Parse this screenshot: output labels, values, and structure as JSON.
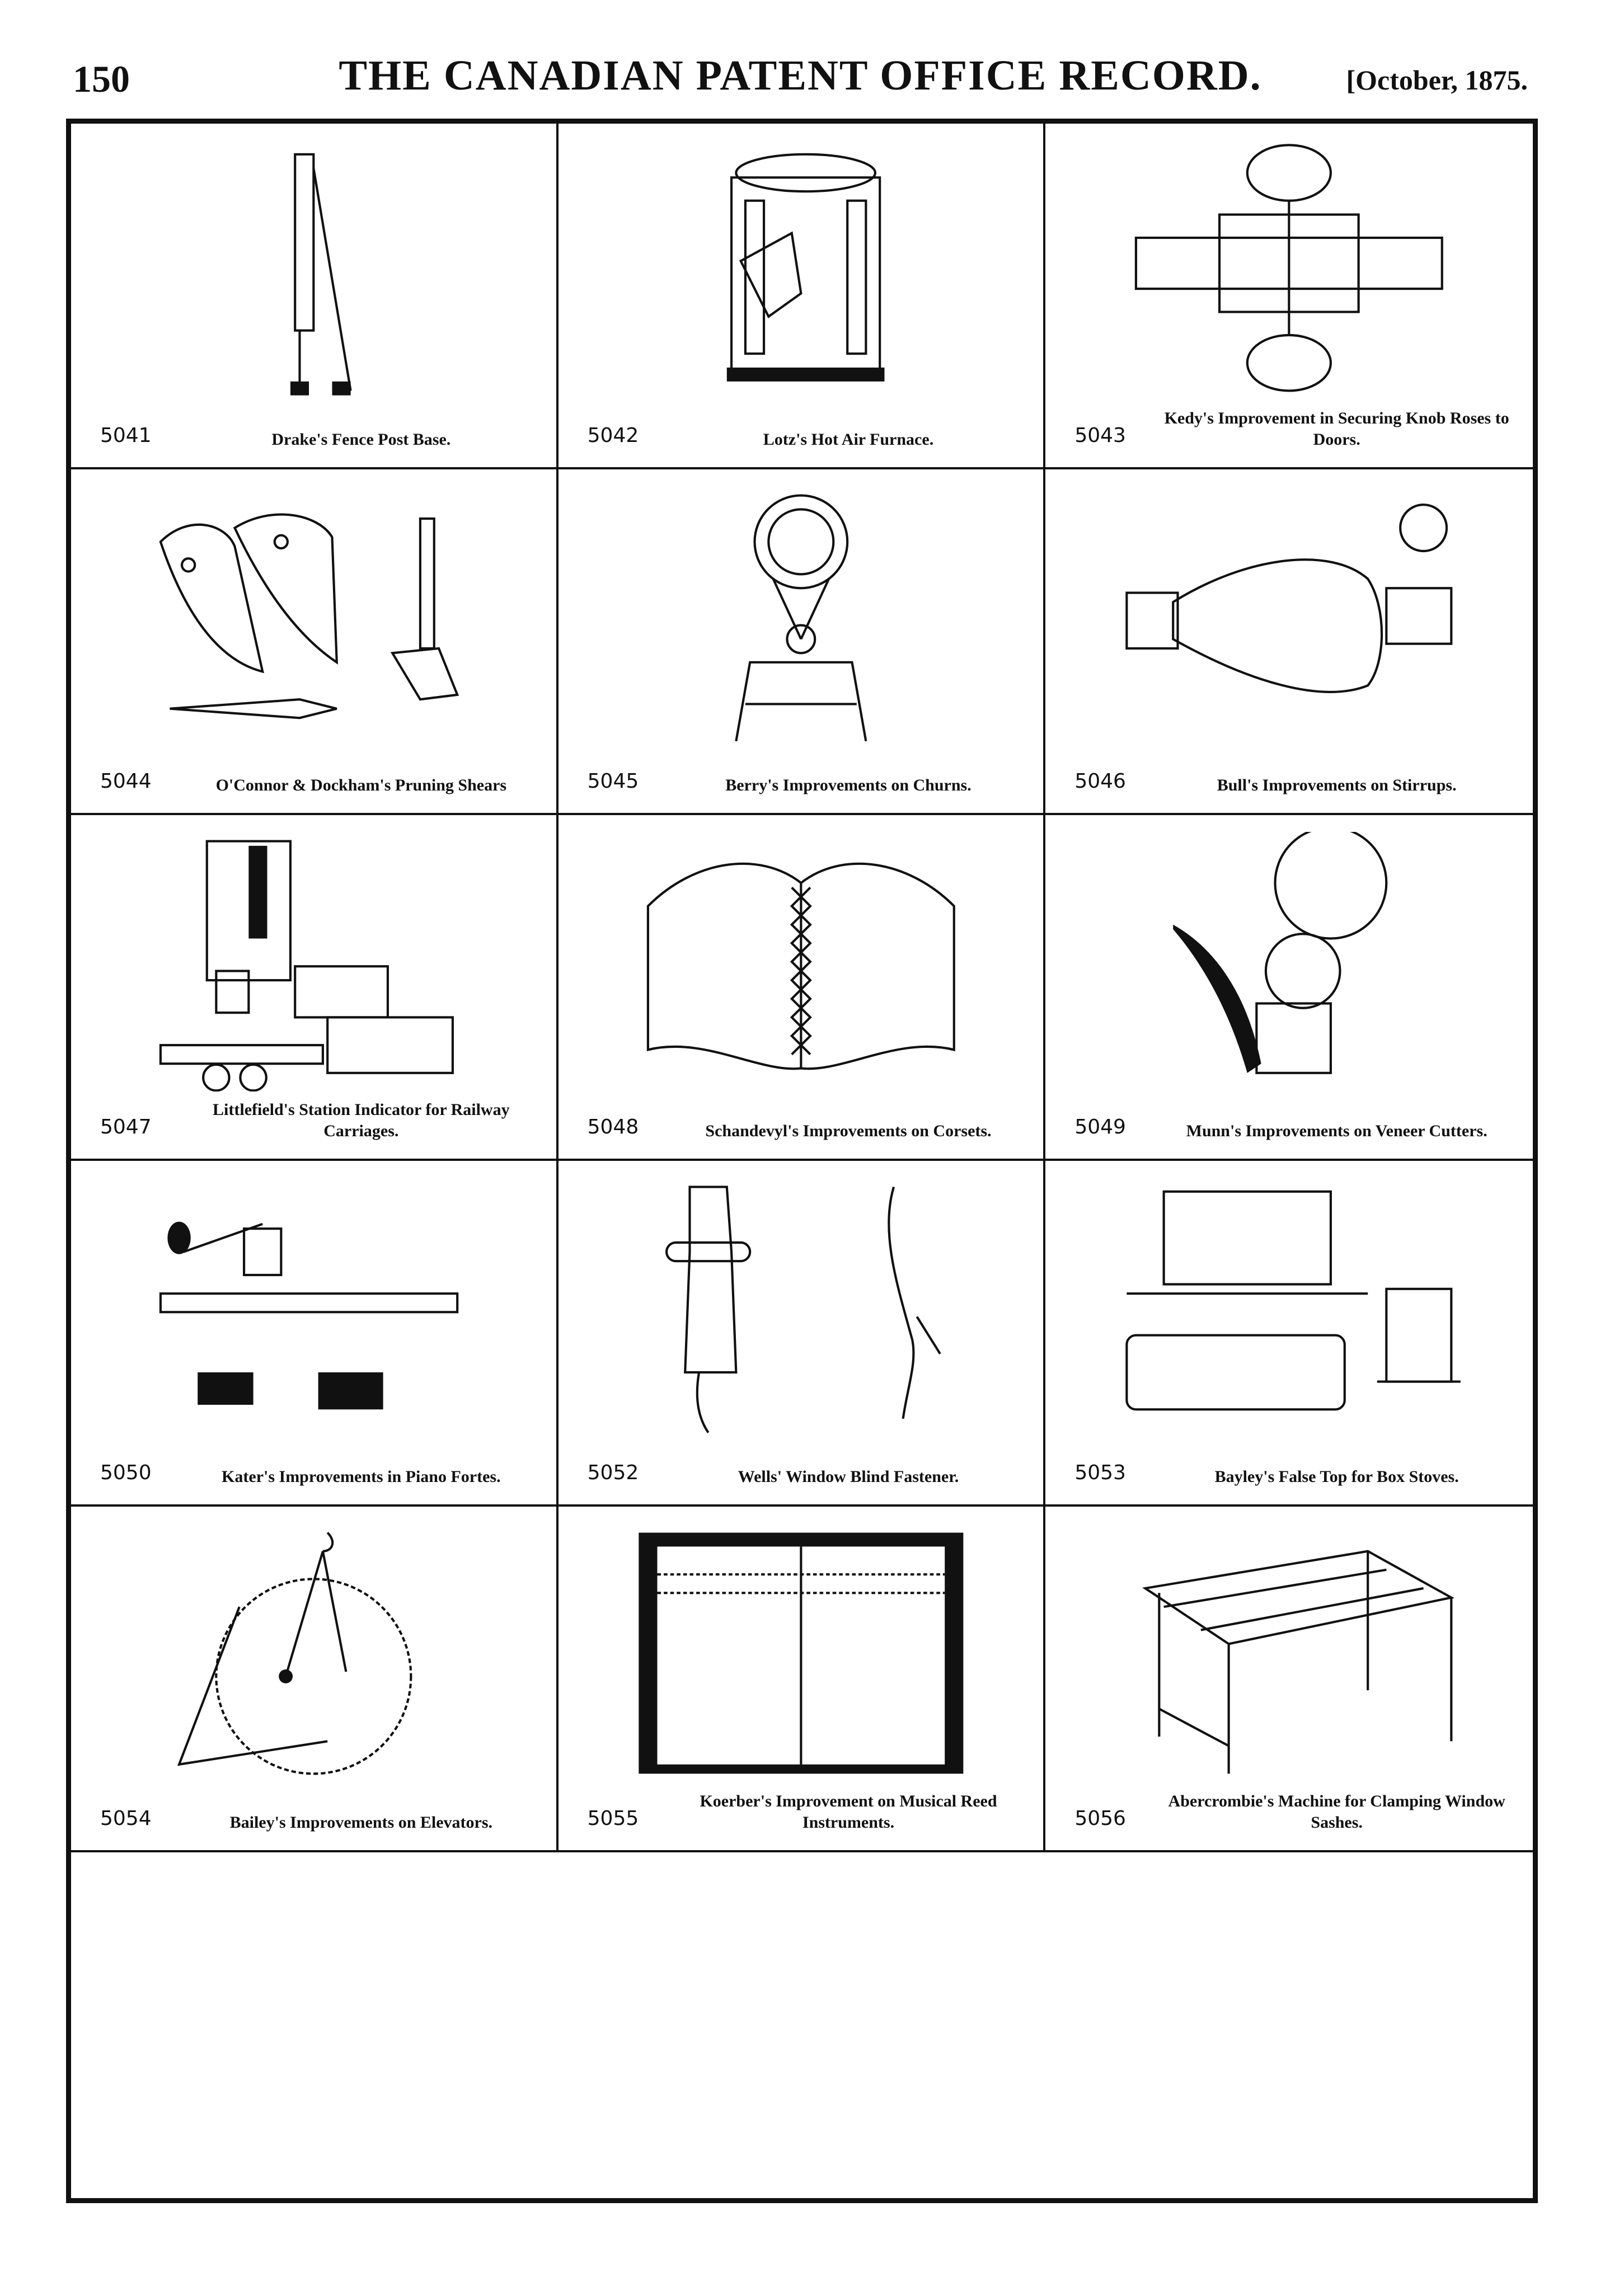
{
  "header": {
    "page_number": "150",
    "title": "THE CANADIAN PATENT OFFICE RECORD.",
    "date": "[October, 1875."
  },
  "patents": [
    {
      "number": "5041",
      "caption": "Drake's Fence Post Base."
    },
    {
      "number": "5042",
      "caption": "Lotz's Hot Air Furnace."
    },
    {
      "number": "5043",
      "caption": "Kedy's Improvement in Securing Knob Roses to Doors."
    },
    {
      "number": "5044",
      "caption": "O'Connor & Dockham's Pruning Shears"
    },
    {
      "number": "5045",
      "caption": "Berry's Improvements on Churns."
    },
    {
      "number": "5046",
      "caption": "Bull's Improvements on Stirrups."
    },
    {
      "number": "5047",
      "caption": "Littlefield's Station Indicator for Railway Carriages."
    },
    {
      "number": "5048",
      "caption": "Schandevyl's Improvements on Corsets."
    },
    {
      "number": "5049",
      "caption": "Munn's Improvements on Veneer Cutters."
    },
    {
      "number": "5050",
      "caption": "Kater's Improvements in Piano Fortes."
    },
    {
      "number": "5052",
      "caption": "Wells' Window Blind Fastener."
    },
    {
      "number": "5053",
      "caption": "Bayley's False Top for Box Stoves."
    },
    {
      "number": "5054",
      "caption": "Bailey's Improvements on Elevators."
    },
    {
      "number": "5055",
      "caption": "Koerber's Improvement on Musical Reed Instruments."
    },
    {
      "number": "5056",
      "caption": "Abercrombie's Machine for Clamping Window Sashes."
    }
  ]
}
